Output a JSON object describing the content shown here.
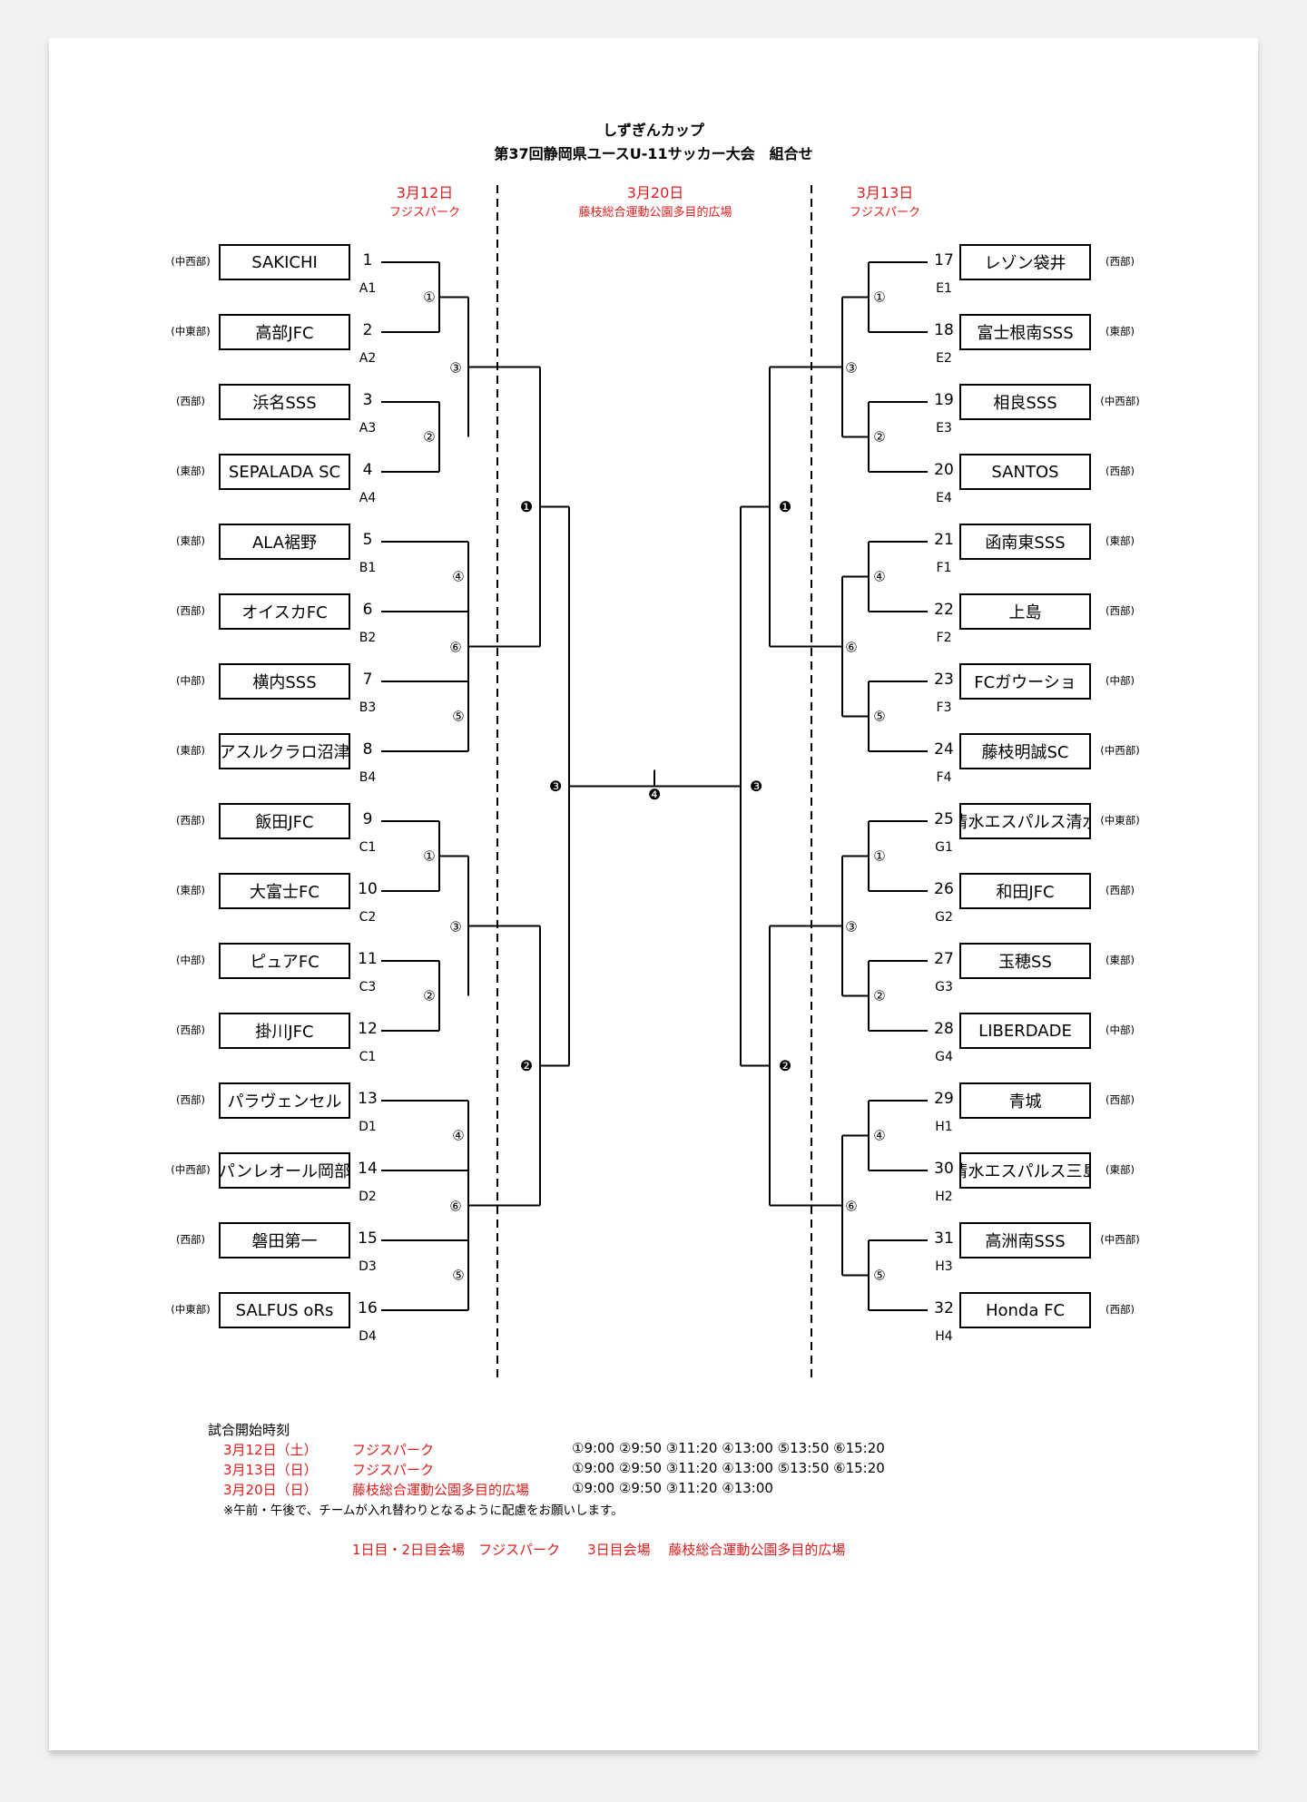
{
  "title": {
    "line1": "しずぎんカップ",
    "line2": "第37回静岡県ユースU-11サッカー大会　組合せ"
  },
  "headers": {
    "left": {
      "date": "3月12日",
      "venue": "フジスパーク"
    },
    "center": {
      "date": "3月20日",
      "venue": "藤枝総合運動公園多目的広場"
    },
    "right": {
      "date": "3月13日",
      "venue": "フジスパーク"
    }
  },
  "left_teams": [
    {
      "name": "SAKICHI",
      "region": "(中西部)",
      "num": "1",
      "code": "A1"
    },
    {
      "name": "高部JFC",
      "region": "(中東部)",
      "num": "2",
      "code": "A2"
    },
    {
      "name": "浜名SSS",
      "region": "(西部)",
      "num": "3",
      "code": "A3"
    },
    {
      "name": "SEPALADA SC",
      "region": "(東部)",
      "num": "4",
      "code": "A4"
    },
    {
      "name": "ALA裾野",
      "region": "(東部)",
      "num": "5",
      "code": "B1"
    },
    {
      "name": "オイスカFC",
      "region": "(西部)",
      "num": "6",
      "code": "B2"
    },
    {
      "name": "横内SSS",
      "region": "(中部)",
      "num": "7",
      "code": "B3"
    },
    {
      "name": "アスルクラロ沼津",
      "region": "(東部)",
      "num": "8",
      "code": "B4"
    },
    {
      "name": "飯田JFC",
      "region": "(西部)",
      "num": "9",
      "code": "C1"
    },
    {
      "name": "大富士FC",
      "region": "(東部)",
      "num": "10",
      "code": "C2"
    },
    {
      "name": "ピュアFC",
      "region": "(中部)",
      "num": "11",
      "code": "C3"
    },
    {
      "name": "掛川JFC",
      "region": "(西部)",
      "num": "12",
      "code": "C1"
    },
    {
      "name": "パラヴェンセル",
      "region": "(西部)",
      "num": "13",
      "code": "D1"
    },
    {
      "name": "パンレオール岡部",
      "region": "(中西部)",
      "num": "14",
      "code": "D2"
    },
    {
      "name": "磐田第一",
      "region": "(西部)",
      "num": "15",
      "code": "D3"
    },
    {
      "name": "SALFUS oRs",
      "region": "(中東部)",
      "num": "16",
      "code": "D4"
    }
  ],
  "right_teams": [
    {
      "name": "レゾン袋井",
      "region": "(西部)",
      "num": "17",
      "code": "E1"
    },
    {
      "name": "富士根南SSS",
      "region": "(東部)",
      "num": "18",
      "code": "E2"
    },
    {
      "name": "相良SSS",
      "region": "(中西部)",
      "num": "19",
      "code": "E3"
    },
    {
      "name": "SANTOS",
      "region": "(西部)",
      "num": "20",
      "code": "E4"
    },
    {
      "name": "函南東SSS",
      "region": "(東部)",
      "num": "21",
      "code": "F1"
    },
    {
      "name": "上島",
      "region": "(西部)",
      "num": "22",
      "code": "F2"
    },
    {
      "name": "FCガウーショ",
      "region": "(中部)",
      "num": "23",
      "code": "F3"
    },
    {
      "name": "藤枝明誠SC",
      "region": "(中西部)",
      "num": "24",
      "code": "F4"
    },
    {
      "name": "清水エスパルス清水",
      "region": "(中東部)",
      "num": "25",
      "code": "G1"
    },
    {
      "name": "和田JFC",
      "region": "(西部)",
      "num": "26",
      "code": "G2"
    },
    {
      "name": "玉穂SS",
      "region": "(東部)",
      "num": "27",
      "code": "G3"
    },
    {
      "name": "LIBERDADE",
      "region": "(中部)",
      "num": "28",
      "code": "G4"
    },
    {
      "name": "青城",
      "region": "(西部)",
      "num": "29",
      "code": "H1"
    },
    {
      "name": "清水エスパルス三島",
      "region": "(東部)",
      "num": "30",
      "code": "H2"
    },
    {
      "name": "高洲南SSS",
      "region": "(中西部)",
      "num": "31",
      "code": "H3"
    },
    {
      "name": "Honda FC",
      "region": "(西部)",
      "num": "32",
      "code": "H4"
    }
  ],
  "match_marks": {
    "r1": [
      "①",
      "②",
      "④",
      "⑤",
      "①",
      "②",
      "④",
      "⑤"
    ],
    "r2": [
      "③",
      "⑥",
      "③",
      "⑥"
    ],
    "semis": [
      "❶",
      "❷"
    ],
    "finals": [
      "❸"
    ],
    "final_match": "❹"
  },
  "footer": {
    "heading": "試合開始時刻",
    "rows": [
      {
        "date": "3月12日（土）",
        "venue": "フジスパーク",
        "times": "①9:00  ②9:50  ③11:20  ④13:00  ⑤13:50  ⑥15:20"
      },
      {
        "date": "3月13日（日）",
        "venue": "フジスパーク",
        "times": "①9:00  ②9:50  ③11:20  ④13:00  ⑤13:50  ⑥15:20"
      },
      {
        "date": "3月20日（日）",
        "venue": "藤枝総合運動公園多目的広場",
        "times": "①9:00  ②9:50  ③11:20  ④13:00"
      }
    ],
    "note": "※午前・午後で、チームが入れ替わりとなるように配慮をお願いします。",
    "venue_line": "1日目・2日目会場　フジスパーク　　3日目会場　 藤枝総合運動公園多目的広場"
  }
}
